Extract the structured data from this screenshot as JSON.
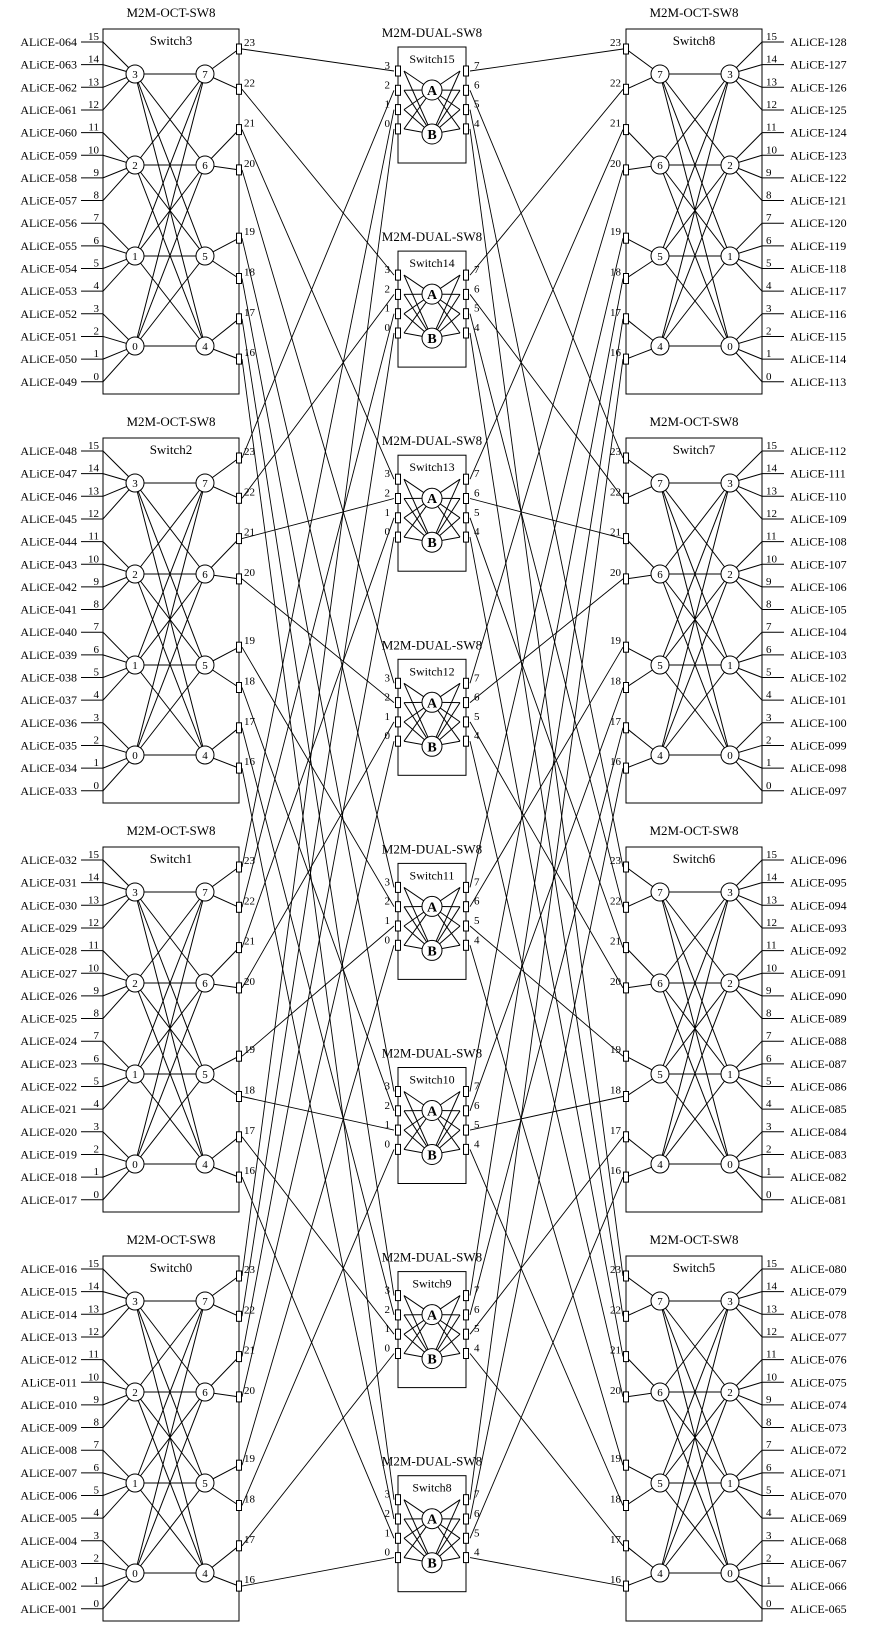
{
  "octal_switch_type": "M2M-OCT-SW8",
  "dual_switch_type": "M2M-DUAL-SW8",
  "stage_node_labels": [
    "A",
    "B"
  ],
  "left_switches": [
    {
      "title": "Switch3",
      "nodes_in": [
        "3",
        "2",
        "1",
        "0"
      ],
      "nodes_out": [
        "7",
        "6",
        "5",
        "4"
      ],
      "uplinks": [
        "23",
        "22",
        "21",
        "20",
        "19",
        "18",
        "17",
        "16"
      ],
      "ports": [
        "15",
        "14",
        "13",
        "12",
        "11",
        "10",
        "9",
        "8",
        "7",
        "6",
        "5",
        "4",
        "3",
        "2",
        "1",
        "0"
      ],
      "hosts": [
        "ALiCE-064",
        "ALiCE-063",
        "ALiCE-062",
        "ALiCE-061",
        "ALiCE-060",
        "ALiCE-059",
        "ALiCE-058",
        "ALiCE-057",
        "ALiCE-056",
        "ALiCE-055",
        "ALiCE-054",
        "ALiCE-053",
        "ALiCE-052",
        "ALiCE-051",
        "ALiCE-050",
        "ALiCE-049"
      ]
    },
    {
      "title": "Switch2",
      "nodes_in": [
        "3",
        "2",
        "1",
        "0"
      ],
      "nodes_out": [
        "7",
        "6",
        "5",
        "4"
      ],
      "uplinks": [
        "23",
        "22",
        "21",
        "20",
        "19",
        "18",
        "17",
        "16"
      ],
      "ports": [
        "15",
        "14",
        "13",
        "12",
        "11",
        "10",
        "9",
        "8",
        "7",
        "6",
        "5",
        "4",
        "3",
        "2",
        "1",
        "0"
      ],
      "hosts": [
        "ALiCE-048",
        "ALiCE-047",
        "ALiCE-046",
        "ALiCE-045",
        "ALiCE-044",
        "ALiCE-043",
        "ALiCE-042",
        "ALiCE-041",
        "ALiCE-040",
        "ALiCE-039",
        "ALiCE-038",
        "ALiCE-037",
        "ALiCE-036",
        "ALiCE-035",
        "ALiCE-034",
        "ALiCE-033"
      ]
    },
    {
      "title": "Switch1",
      "nodes_in": [
        "3",
        "2",
        "1",
        "0"
      ],
      "nodes_out": [
        "7",
        "6",
        "5",
        "4"
      ],
      "uplinks": [
        "23",
        "22",
        "21",
        "20",
        "19",
        "18",
        "17",
        "16"
      ],
      "ports": [
        "15",
        "14",
        "13",
        "12",
        "11",
        "10",
        "9",
        "8",
        "7",
        "6",
        "5",
        "4",
        "3",
        "2",
        "1",
        "0"
      ],
      "hosts": [
        "ALiCE-032",
        "ALiCE-031",
        "ALiCE-030",
        "ALiCE-029",
        "ALiCE-028",
        "ALiCE-027",
        "ALiCE-026",
        "ALiCE-025",
        "ALiCE-024",
        "ALiCE-023",
        "ALiCE-022",
        "ALiCE-021",
        "ALiCE-020",
        "ALiCE-019",
        "ALiCE-018",
        "ALiCE-017"
      ]
    },
    {
      "title": "Switch0",
      "nodes_in": [
        "3",
        "2",
        "1",
        "0"
      ],
      "nodes_out": [
        "7",
        "6",
        "5",
        "4"
      ],
      "uplinks": [
        "23",
        "22",
        "21",
        "20",
        "19",
        "18",
        "17",
        "16"
      ],
      "ports": [
        "15",
        "14",
        "13",
        "12",
        "11",
        "10",
        "9",
        "8",
        "7",
        "6",
        "5",
        "4",
        "3",
        "2",
        "1",
        "0"
      ],
      "hosts": [
        "ALiCE-016",
        "ALiCE-015",
        "ALiCE-014",
        "ALiCE-013",
        "ALiCE-012",
        "ALiCE-011",
        "ALiCE-010",
        "ALiCE-009",
        "ALiCE-008",
        "ALiCE-007",
        "ALiCE-006",
        "ALiCE-005",
        "ALiCE-004",
        "ALiCE-003",
        "ALiCE-002",
        "ALiCE-001"
      ]
    }
  ],
  "right_switches": [
    {
      "title": "Switch8",
      "nodes_in": [
        "3",
        "2",
        "1",
        "0"
      ],
      "nodes_out": [
        "7",
        "6",
        "5",
        "4"
      ],
      "uplinks": [
        "23",
        "22",
        "21",
        "20",
        "19",
        "18",
        "17",
        "16"
      ],
      "ports": [
        "15",
        "14",
        "13",
        "12",
        "11",
        "10",
        "9",
        "8",
        "7",
        "6",
        "5",
        "4",
        "3",
        "2",
        "1",
        "0"
      ],
      "hosts": [
        "ALiCE-128",
        "ALiCE-127",
        "ALiCE-126",
        "ALiCE-125",
        "ALiCE-124",
        "ALiCE-123",
        "ALiCE-122",
        "ALiCE-121",
        "ALiCE-120",
        "ALiCE-119",
        "ALiCE-118",
        "ALiCE-117",
        "ALiCE-116",
        "ALiCE-115",
        "ALiCE-114",
        "ALiCE-113"
      ]
    },
    {
      "title": "Switch7",
      "nodes_in": [
        "3",
        "2",
        "1",
        "0"
      ],
      "nodes_out": [
        "7",
        "6",
        "5",
        "4"
      ],
      "uplinks": [
        "23",
        "22",
        "21",
        "20",
        "19",
        "18",
        "17",
        "16"
      ],
      "ports": [
        "15",
        "14",
        "13",
        "12",
        "11",
        "10",
        "9",
        "8",
        "7",
        "6",
        "5",
        "4",
        "3",
        "2",
        "1",
        "0"
      ],
      "hosts": [
        "ALiCE-112",
        "ALiCE-111",
        "ALiCE-110",
        "ALiCE-109",
        "ALiCE-108",
        "ALiCE-107",
        "ALiCE-106",
        "ALiCE-105",
        "ALiCE-104",
        "ALiCE-103",
        "ALiCE-102",
        "ALiCE-101",
        "ALiCE-100",
        "ALiCE-099",
        "ALiCE-098",
        "ALiCE-097"
      ]
    },
    {
      "title": "Switch6",
      "nodes_in": [
        "3",
        "2",
        "1",
        "0"
      ],
      "nodes_out": [
        "7",
        "6",
        "5",
        "4"
      ],
      "uplinks": [
        "23",
        "22",
        "21",
        "20",
        "19",
        "18",
        "17",
        "16"
      ],
      "ports": [
        "15",
        "14",
        "13",
        "12",
        "11",
        "10",
        "9",
        "8",
        "7",
        "6",
        "5",
        "4",
        "3",
        "2",
        "1",
        "0"
      ],
      "hosts": [
        "ALiCE-096",
        "ALiCE-095",
        "ALiCE-094",
        "ALiCE-093",
        "ALiCE-092",
        "ALiCE-091",
        "ALiCE-090",
        "ALiCE-089",
        "ALiCE-088",
        "ALiCE-087",
        "ALiCE-086",
        "ALiCE-085",
        "ALiCE-084",
        "ALiCE-083",
        "ALiCE-082",
        "ALiCE-081"
      ]
    },
    {
      "title": "Switch5",
      "nodes_in": [
        "3",
        "2",
        "1",
        "0"
      ],
      "nodes_out": [
        "7",
        "6",
        "5",
        "4"
      ],
      "uplinks": [
        "23",
        "22",
        "21",
        "20",
        "19",
        "18",
        "17",
        "16"
      ],
      "ports": [
        "15",
        "14",
        "13",
        "12",
        "11",
        "10",
        "9",
        "8",
        "7",
        "6",
        "5",
        "4",
        "3",
        "2",
        "1",
        "0"
      ],
      "hosts": [
        "ALiCE-080",
        "ALiCE-079",
        "ALiCE-078",
        "ALiCE-077",
        "ALiCE-076",
        "ALiCE-075",
        "ALiCE-074",
        "ALiCE-073",
        "ALiCE-072",
        "ALiCE-071",
        "ALiCE-070",
        "ALiCE-069",
        "ALiCE-068",
        "ALiCE-067",
        "ALiCE-066",
        "ALiCE-065"
      ]
    }
  ],
  "center_switches": [
    {
      "title": "Switch15",
      "left_ports": [
        "3",
        "2",
        "1",
        "0"
      ],
      "right_ports": [
        "7",
        "6",
        "5",
        "4"
      ]
    },
    {
      "title": "Switch14",
      "left_ports": [
        "3",
        "2",
        "1",
        "0"
      ],
      "right_ports": [
        "7",
        "6",
        "5",
        "4"
      ]
    },
    {
      "title": "Switch13",
      "left_ports": [
        "3",
        "2",
        "1",
        "0"
      ],
      "right_ports": [
        "7",
        "6",
        "5",
        "4"
      ]
    },
    {
      "title": "Switch12",
      "left_ports": [
        "3",
        "2",
        "1",
        "0"
      ],
      "right_ports": [
        "7",
        "6",
        "5",
        "4"
      ]
    },
    {
      "title": "Switch11",
      "left_ports": [
        "3",
        "2",
        "1",
        "0"
      ],
      "right_ports": [
        "7",
        "6",
        "5",
        "4"
      ]
    },
    {
      "title": "Switch10",
      "left_ports": [
        "3",
        "2",
        "1",
        "0"
      ],
      "right_ports": [
        "7",
        "6",
        "5",
        "4"
      ]
    },
    {
      "title": "Switch9",
      "left_ports": [
        "3",
        "2",
        "1",
        "0"
      ],
      "right_ports": [
        "7",
        "6",
        "5",
        "4"
      ]
    },
    {
      "title": "Switch8",
      "left_ports": [
        "3",
        "2",
        "1",
        "0"
      ],
      "right_ports": [
        "7",
        "6",
        "5",
        "4"
      ]
    }
  ]
}
